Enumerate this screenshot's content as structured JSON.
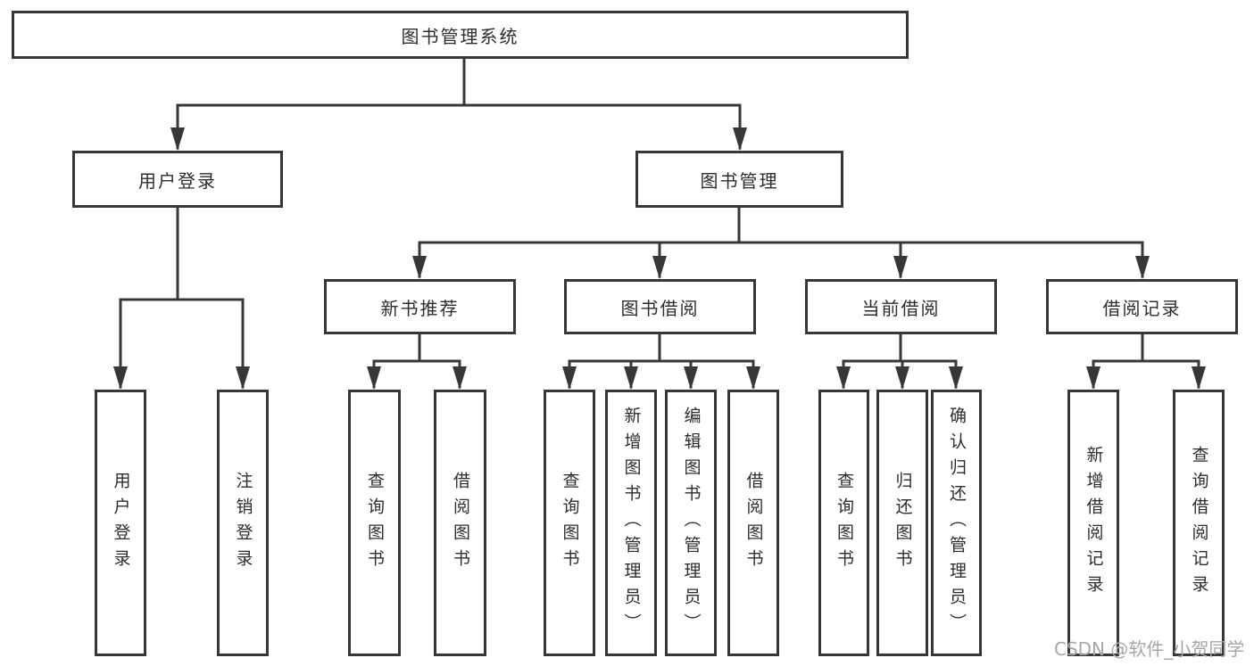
{
  "diagram": {
    "type": "hierarchy-tree",
    "root": {
      "label": "图书管理系统",
      "children": [
        {
          "label": "用户登录",
          "children": [
            {
              "label": "用户登录"
            },
            {
              "label": "注销登录"
            }
          ]
        },
        {
          "label": "图书管理",
          "children": [
            {
              "label": "新书推荐",
              "children": [
                {
                  "label": "查询图书"
                },
                {
                  "label": "借阅图书"
                }
              ]
            },
            {
              "label": "图书借阅",
              "children": [
                {
                  "label": "查询图书"
                },
                {
                  "label": "新增图书（管理员）"
                },
                {
                  "label": "编辑图书（管理员）"
                },
                {
                  "label": "借阅图书"
                }
              ]
            },
            {
              "label": "当前借阅",
              "children": [
                {
                  "label": "查询图书"
                },
                {
                  "label": "归还图书"
                },
                {
                  "label": "确认归还（管理员）"
                }
              ]
            },
            {
              "label": "借阅记录",
              "children": [
                {
                  "label": "新增借阅记录"
                },
                {
                  "label": "查询借阅记录"
                }
              ]
            }
          ]
        }
      ]
    },
    "watermark": "CSDN @软件_小贺同学",
    "colors": {
      "line": "#373737",
      "text": "#2d2d2d",
      "box_background": "#ffffff",
      "page_background": "#ffffff",
      "watermark": "#a6a6a6"
    }
  }
}
